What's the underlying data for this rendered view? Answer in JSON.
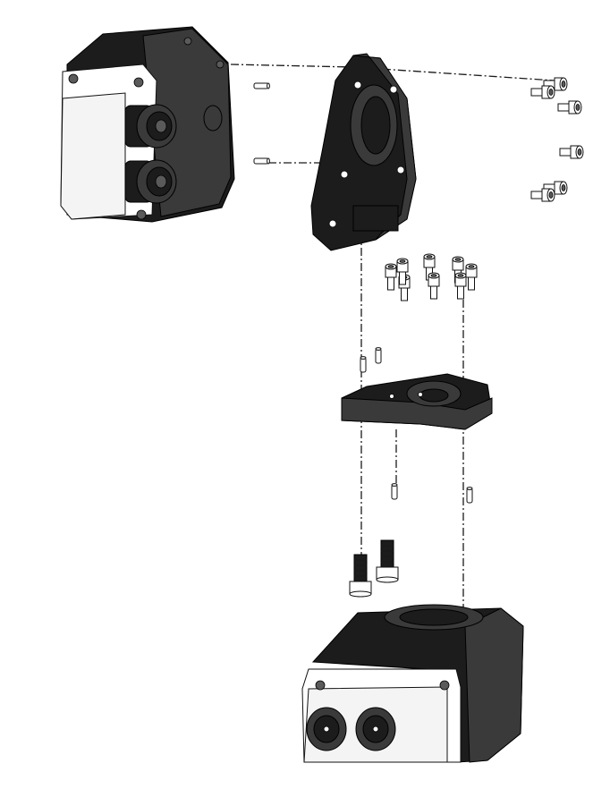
{
  "figure": {
    "kind": "exploded-assembly-drawing",
    "parts": [
      "housing-top-left",
      "mounting-flange",
      "flange-screws",
      "adapter-screws",
      "adapter-plate",
      "dowel-pins",
      "base-screws",
      "housing-bottom"
    ]
  },
  "colors": {
    "background": "#ffffff",
    "part_dark": "#1c1c1c",
    "part_light": "#f4f4f4",
    "leader_line": "#1a1a1a"
  }
}
